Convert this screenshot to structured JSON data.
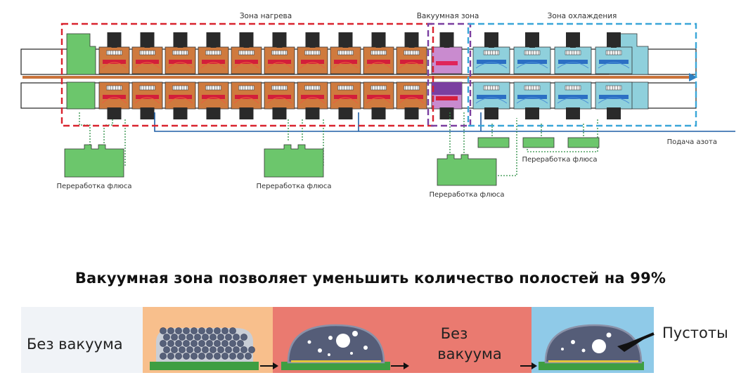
{
  "diagram": {
    "zones": {
      "heating": "Зона нагрева",
      "vacuum": "Вакуумная зона",
      "cooling": "Зона охлаждения"
    },
    "nitrogen_label": "Подача азота",
    "flux_labels": [
      "Переработка флюса",
      "Переработка флюса",
      "Переработка флюса",
      "Переработка флюса"
    ]
  },
  "headline": "Вакуумная зона позволяет уменьшить количество полостей на 99%",
  "process_strip": {
    "without_vacuum_left": "Без вакуума",
    "without_vacuum_mid_line1": "Без",
    "without_vacuum_mid_line2": "вакуума",
    "voids": "Пустоты"
  },
  "colors": {
    "heating_zone_border": "#d9232e",
    "vacuum_zone_border": "#7b3fa0",
    "cooling_zone_border": "#3aa6d8",
    "heater_cell": "#cf7a3e",
    "vacuum_cell": "#c98bcf",
    "cooling_cell": "#8fd0dc",
    "flux_unit": "#6cc66c",
    "nitrogen_line": "#1f5fa6"
  }
}
